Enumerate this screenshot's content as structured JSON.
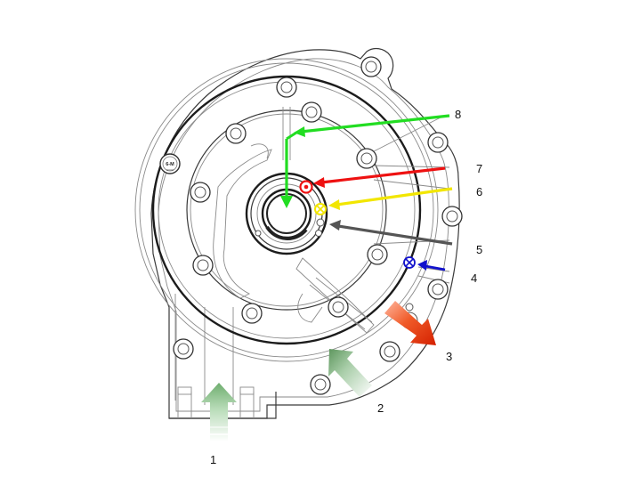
{
  "labels": {
    "l1": "1",
    "l2": "2",
    "l3": "3",
    "l4": "4",
    "l5": "5",
    "l6": "6",
    "l7": "7",
    "l8": "8"
  },
  "housing_text": "6-M",
  "colors": {
    "arrow_1": "#7fbf7f",
    "arrow_2": "#6aa36a",
    "arrow_3": "#e83010",
    "line_8": "#22dd22",
    "line_7": "#ee1111",
    "line_6": "#f2e600",
    "line_5": "#555555",
    "line_4": "#1111cc"
  },
  "symbols": {
    "symbol_7": "dot-in-circle",
    "symbol_6": "cross-in-circle",
    "symbol_4": "cross-in-circle"
  }
}
